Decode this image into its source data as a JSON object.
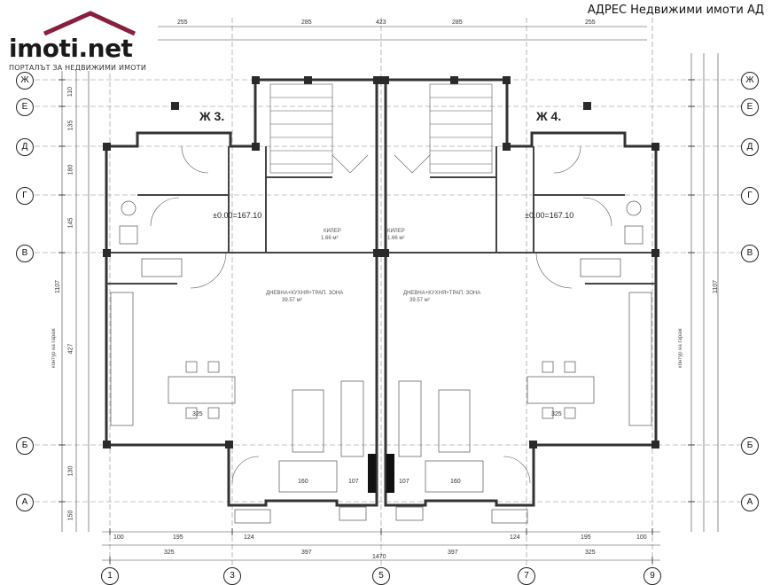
{
  "logo": {
    "word": "imoti.net",
    "tagline": "ПОРТАЛЪТ ЗА НЕДВИЖИМИ ИМОТИ",
    "accent": "#8a1f3d"
  },
  "watermark": "АДРЕС Недвижими имоти АД",
  "flats": {
    "left": "Ж 3.",
    "right": "Ж 4."
  },
  "levels": {
    "left": "±0.00=167.10",
    "right": "±0.00=167.10"
  },
  "rooms": {
    "living_left": "ДНЕВНА+КУХНЯ+ТРАП. ЗОНА",
    "living_left_area": "39.57 м²",
    "living_right": "ДНЕВНА+КУХНЯ+ТРАП. ЗОНА",
    "living_right_area": "39.57 м²",
    "storage_left": "КИЛЕР",
    "storage_left_area": "1.66 м²",
    "storage_right": "КИЛЕР",
    "storage_right_area": "1.66 м²",
    "contour_left": "контур на гараж",
    "contour_right": "контур на гараж"
  },
  "axes": {
    "rows_left": [
      "Ж",
      "Е",
      "Д",
      "Г",
      "В",
      "Б",
      "А"
    ],
    "rows_right": [
      "Ж",
      "Е",
      "Д",
      "Г",
      "В",
      "Б",
      "А"
    ],
    "columns_bottom": [
      "1",
      "3",
      "5",
      "7",
      "9"
    ]
  },
  "dimensions": {
    "top": [
      "255",
      "285",
      "423",
      "285",
      "255"
    ],
    "bottom_total": "1470",
    "bottom_spans": [
      "325",
      "397",
      "397",
      "325"
    ],
    "bottom_sub": [
      "100",
      "195",
      "124",
      "124",
      "195",
      "100"
    ],
    "side_total": "1107",
    "side_parts": [
      "110",
      "135",
      "180",
      "145",
      "427",
      "130",
      "150"
    ],
    "table_widths": [
      "325",
      "325"
    ],
    "stair_small": [
      "107",
      "107",
      "160",
      "160"
    ]
  },
  "colors": {
    "line": "#3a3a3a",
    "wall": "#555555",
    "grid": "#8a8a8a"
  }
}
